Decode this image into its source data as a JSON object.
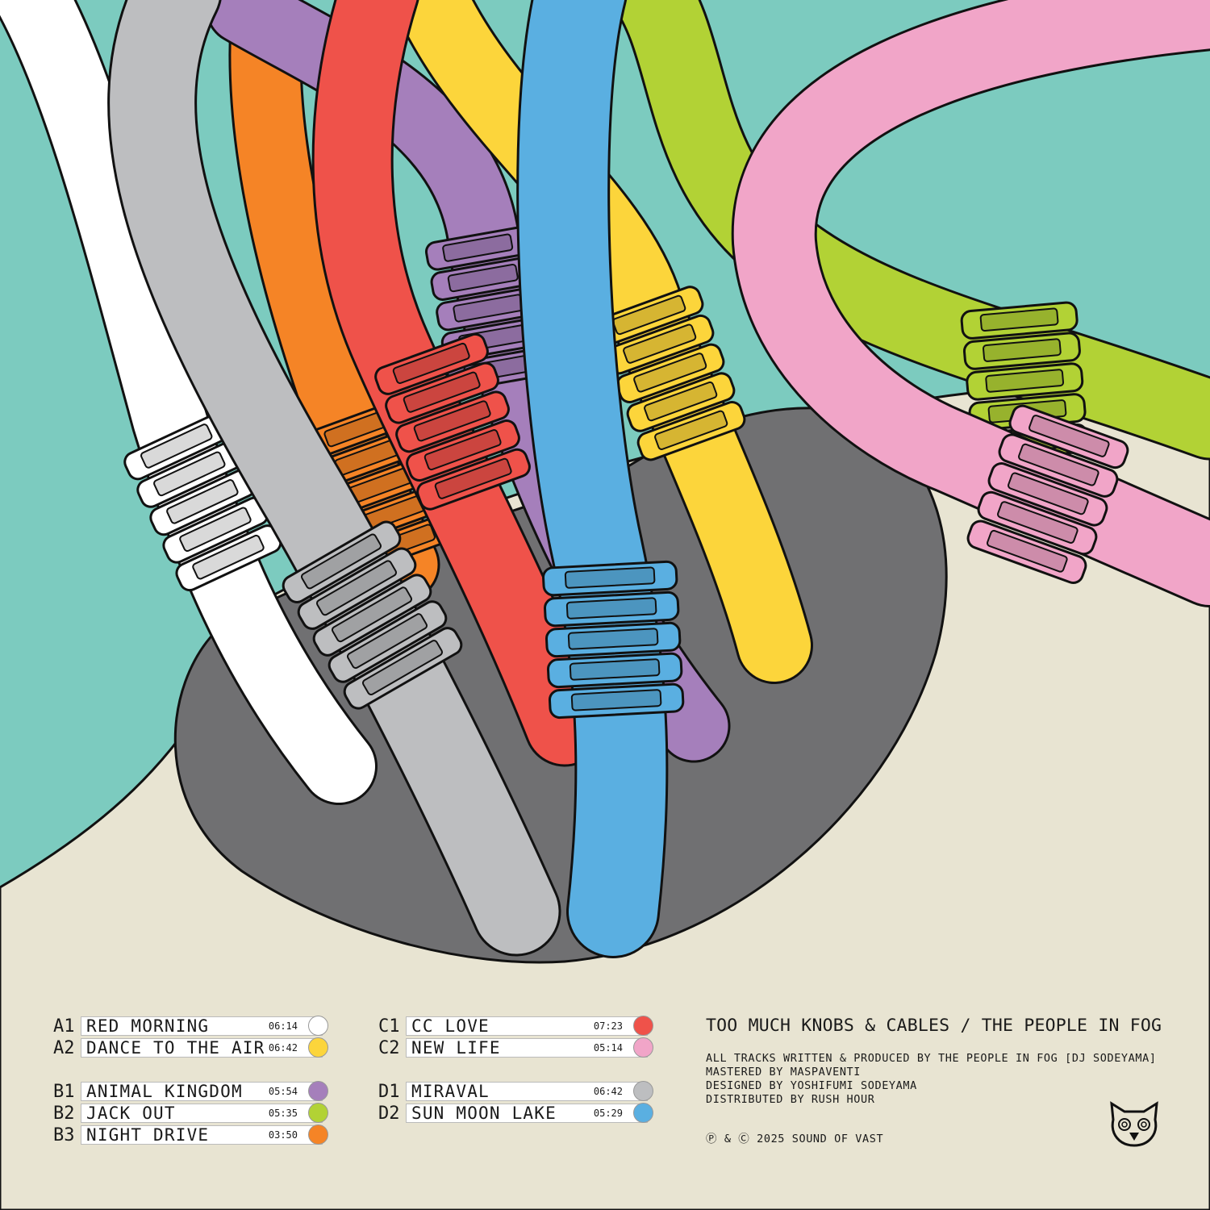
{
  "album": {
    "title": "TOO MUCH KNOBS & CABLES / THE PEOPLE IN FOG",
    "credits": [
      "ALL TRACKS WRITTEN & PRODUCED BY THE PEOPLE IN FOG [DJ SODEYAMA]",
      "MASTERED BY MASPAVENTI",
      "DESIGNED BY YOSHIFUMI SODEYAMA",
      "DISTRIBUTED BY RUSH HOUR"
    ],
    "copyright": "Ⓟ & Ⓒ 2025 SOUND OF VAST",
    "label_logo": "owl-face-logo"
  },
  "tracklist": {
    "left": [
      {
        "code": "A1",
        "name": "RED MORNING",
        "time": "06:14",
        "color": "#ffffff"
      },
      {
        "code": "A2",
        "name": "DANCE TO THE AIR",
        "time": "06:42",
        "color": "#fcd53b"
      },
      {
        "code": "B1",
        "name": "ANIMAL KINGDOM",
        "time": "05:54",
        "color": "#a57fbb"
      },
      {
        "code": "B2",
        "name": "JACK OUT",
        "time": "05:35",
        "color": "#b2d235"
      },
      {
        "code": "B3",
        "name": "NIGHT DRIVE",
        "time": "03:50",
        "color": "#f58426"
      }
    ],
    "right": [
      {
        "code": "C1",
        "name": "CC LOVE",
        "time": "07:23",
        "color": "#ef524a"
      },
      {
        "code": "C2",
        "name": "NEW LIFE",
        "time": "05:14",
        "color": "#f1a5c8"
      },
      {
        "code": "D1",
        "name": "MIRAVAL",
        "time": "06:42",
        "color": "#bdbec0"
      },
      {
        "code": "D2",
        "name": "SUN MOON LAKE",
        "time": "05:29",
        "color": "#5aafe1"
      }
    ]
  },
  "colors": {
    "teal": "#7ccbbf",
    "beige": "#e8e4d2",
    "hole": "#707072"
  }
}
